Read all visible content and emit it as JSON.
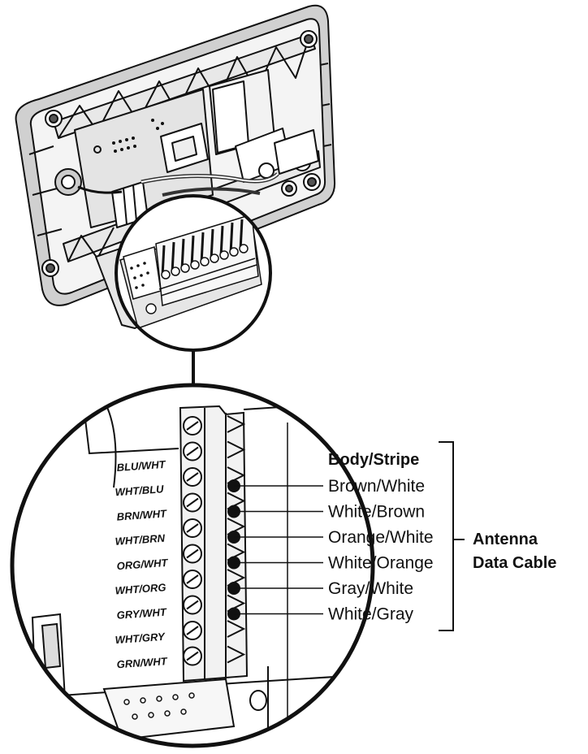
{
  "header": "Body/Stripe",
  "colors": [
    "Brown/White",
    "White/Brown",
    "Orange/White",
    "White/Orange",
    "Gray/White",
    "White/Gray"
  ],
  "cable_label": [
    "Antenna",
    "Data Cable"
  ],
  "terminals": [
    "BLU/WHT",
    "WHT/BLU",
    "BRN/WHT",
    "WHT/BRN",
    "ORG/WHT",
    "WHT/ORG",
    "GRY/WHT",
    "WHT/GRY",
    "GRN/WHT"
  ]
}
